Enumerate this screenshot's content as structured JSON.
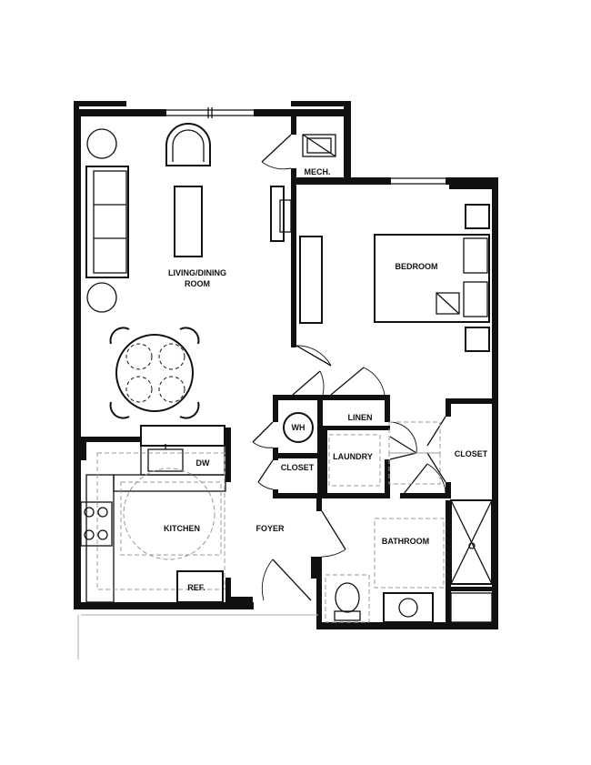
{
  "rooms": {
    "living_dining_line1": "LIVING/DINING",
    "living_dining_line2": "ROOM",
    "mech": "MECH.",
    "bedroom": "BEDROOM",
    "wh": "WH",
    "linen": "LINEN",
    "laundry": "LAUNDRY",
    "closet_right": "CLOSET",
    "closet_left": "CLOSET",
    "dw": "DW",
    "kitchen": "KITCHEN",
    "foyer": "FOYER",
    "bathroom": "BATHROOM",
    "ref": "REF."
  }
}
